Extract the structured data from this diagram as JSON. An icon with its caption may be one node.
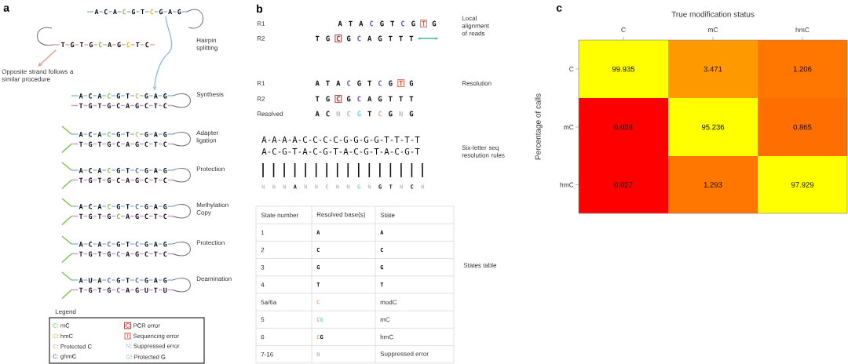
{
  "diagram": {
    "nodes": [
      {
        "text": [
          "A C A C G T C G A G"
        ]
      },
      {
        "text": [
          "T G T G C A G C T C"
        ]
      },
      {
        "text": [
          "Opposite strand follows a similar procedure"
        ]
      },
      {
        "text": [
          "A C A C G T C G A G",
          "T G T G C A G C T C"
        ],
        "beside": [
          "Synthesis"
        ]
      },
      {
        "text": [
          "A C A C G T C G A G",
          "T G T G C A G C T C"
        ],
        "beside": [
          "Adapter ligation"
        ]
      },
      {
        "text": [
          "A C A C G T C G A G",
          "T G T G C A G C T C"
        ],
        "beside": [
          "Protection"
        ]
      },
      {
        "text": [
          "A C A C G T C G A G",
          "T G T G C A G C T C"
        ],
        "beside": [
          "Methylation Copy"
        ]
      },
      {
        "text": [
          "A C A C G T C G A G",
          "T G T G C A G C T C"
        ],
        "beside": [
          "Protection"
        ]
      },
      {
        "text": [
          "A U A C G T C G A G",
          "T G T G C A G U T U"
        ],
        "beside": [
          "Deamination"
        ]
      }
    ],
    "edges": [
      {
        "from": 0,
        "to": 3,
        "arrow": "to",
        "color": "#8fbde8"
      },
      {
        "from": 1,
        "to": 2,
        "arrow": "to",
        "color": "#e8988a"
      }
    ],
    "labels": [
      "a",
      "Hairpin splitting",
      "Legend",
      "b",
      "R1",
      "A T A C G T C G T G",
      "R2",
      "T G C G C A G T T T",
      "Local alignment of reads",
      "R1",
      "A T A C G T C G T G",
      "R2",
      "T G C G C A G T T T",
      "Resolved",
      "A C N C G T C G N G",
      "Resolution",
      "A-A-A-A-C-C-C-C-G-G-G-G-T-T-T-T",
      "A-C-G-T-A-C-G-T-A-C-G-T-A-C-G-T",
      "Six-letter seq resolution rules",
      "N N N A N N C N N G N G T N C N",
      "State number",
      "Resolved base(s)",
      "State",
      "1",
      "A",
      "A",
      "2",
      "C",
      "C",
      "3",
      "G",
      "G",
      "4",
      "T",
      "T",
      "5a/6a",
      "C",
      "modC",
      "5",
      "CG",
      "mC",
      "6",
      "CG",
      "hmC",
      "7-16",
      "N",
      "Suppressed error",
      "States table",
      "c",
      "True modification status",
      "C",
      "mC",
      "hmC",
      "Percentage of calls",
      "C",
      "99.935",
      "3.471",
      "1.206",
      "mC",
      "0.038",
      "95.236",
      "0.865",
      "hmC",
      "0.027",
      "1.293",
      "97.929"
    ],
    "legend": [
      {
        "text": "C: mC"
      },
      {
        "text": "C: PCR error"
      },
      {
        "text": "C: hmC"
      },
      {
        "text": "T: Sequencing error"
      },
      {
        "text": "C: Protected C"
      },
      {
        "text": "N: Suppressed error"
      },
      {
        "text": "C: ghmC"
      },
      {
        "text": "G: Protected G"
      }
    ]
  }
}
